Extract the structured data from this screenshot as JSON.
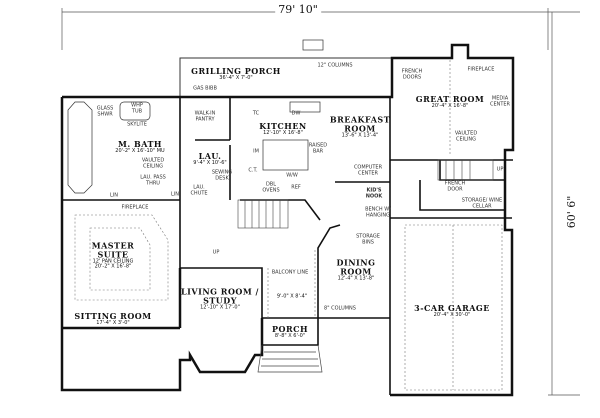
{
  "overall": {
    "width": "79' 10\"",
    "depth": "60' 6\""
  },
  "rooms": [
    {
      "id": "grilling-porch",
      "name": "GRILLING PORCH",
      "size": "36'-4\" X 7'-0\""
    },
    {
      "id": "great-room",
      "name": "GREAT ROOM",
      "size": "20'-4\" X 16'-8\""
    },
    {
      "id": "kitchen",
      "name": "KITCHEN",
      "size": "12'-10\" X 16'-8\""
    },
    {
      "id": "breakfast-room",
      "name": "BREAKFAST ROOM",
      "size": "13'-6\" X 13'-4\""
    },
    {
      "id": "m-bath",
      "name": "M. BATH",
      "size": "20'-2\" X 16'-10\" MU"
    },
    {
      "id": "lau",
      "name": "LAU.",
      "size": "9'-4\" X 10'-6\""
    },
    {
      "id": "master-suite",
      "name": "MASTER SUITE",
      "sub": "12' PAN CEILING",
      "size": "20'-2\" X 16'-8\""
    },
    {
      "id": "sitting-room",
      "name": "SITTING ROOM",
      "size": "17'-4\" X 3'-0\""
    },
    {
      "id": "living-room",
      "name": "LIVING ROOM / STUDY",
      "size": "12'-10\" X 17'-0\""
    },
    {
      "id": "foyer",
      "name": "",
      "size": "9'-0\" X 8'-4\""
    },
    {
      "id": "porch",
      "name": "PORCH",
      "size": "8'-8\" X 6'-0\""
    },
    {
      "id": "dining-room",
      "name": "DINING ROOM",
      "size": "12'-4\" X 13'-8\""
    },
    {
      "id": "garage",
      "name": "3-CAR GARAGE",
      "size": "20'-4\" X 30'-0\""
    }
  ],
  "notes": {
    "columns_12": "12\" COLUMNS",
    "gas_bibb": "GAS BIBB",
    "french_doors": "FRENCH DOORS",
    "fireplace_great": "FIREPLACE",
    "media_center": "MEDIA CENTER",
    "vaulted_great": "VAULTED CEILING",
    "walk_in_pantry": "WALK-IN PANTRY",
    "tc": "TC",
    "dw": "DW",
    "raised_bar": "RAISED BAR",
    "im": "IM",
    "ct": "C.T.",
    "ww": "W/W",
    "dbl_ovens": "DBL OVENS",
    "ref": "REF",
    "sewing_desk": "SEWING DESK",
    "lau_chute": "LAU. CHUTE",
    "glass_shwr": "GLASS SHWR",
    "whp_tub": "WHP TUB",
    "skylite": "SKYLITE",
    "vaulted_bath": "VAULTED CEILING",
    "lau_pass": "LAU. PASS THRU",
    "lin1": "LIN",
    "lin2": "LIN",
    "fireplace_master": "FIREPLACE",
    "computer_center": "COMPUTER CENTER",
    "kids_nook": "KID'S NOOK",
    "bench": "BENCH W/ HANGING",
    "storage_bins": "STORAGE BINS",
    "french_door": "FRENCH DOOR",
    "storage_wine": "STORAGE/ WINE CELLAR",
    "up_great": "UP",
    "up_stair": "UP",
    "balcony_line": "BALCONY LINE",
    "columns_8": "8\" COLUMNS"
  }
}
